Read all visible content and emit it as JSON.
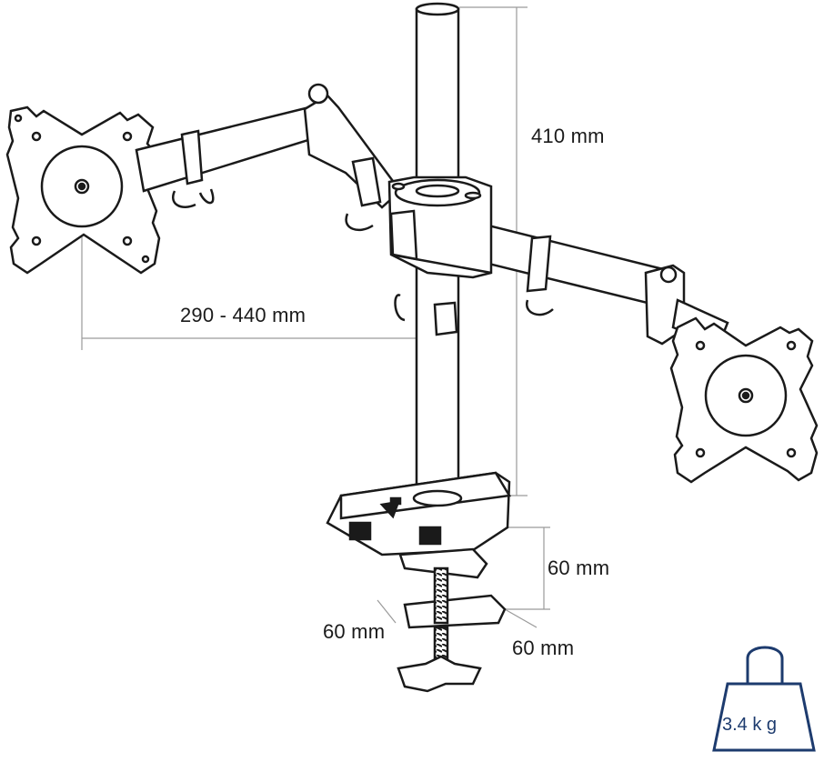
{
  "dimensions": {
    "pole_height": "410 mm",
    "arm_reach": "290 - 440 mm",
    "clamp_height": "60 mm",
    "clamp_depth": "60 mm",
    "clamp_width": "60 mm"
  },
  "weight": {
    "label": "3.4 k g",
    "icon": "weight-icon",
    "color": "#1d3b6e"
  },
  "colors": {
    "line": "#1a1a1a",
    "dimension_line": "#9a9a9a"
  }
}
